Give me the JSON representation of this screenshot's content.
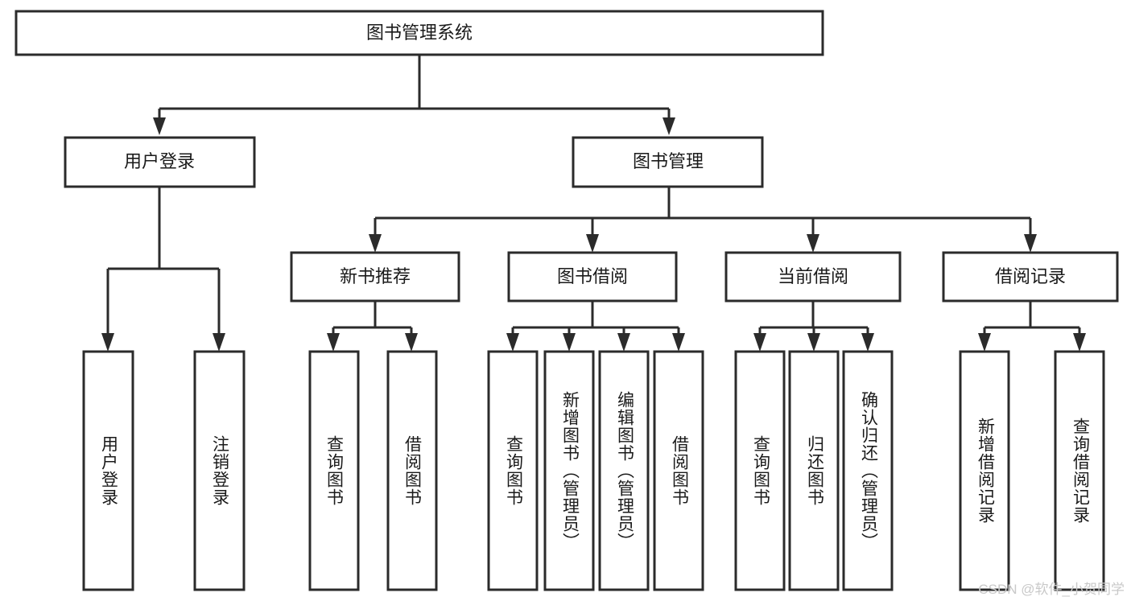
{
  "diagram": {
    "title_node": {
      "label": "图书管理系统"
    },
    "level2": [
      {
        "label": "用户登录"
      },
      {
        "label": "图书管理"
      }
    ],
    "level3": [
      {
        "label": "新书推荐"
      },
      {
        "label": "图书借阅"
      },
      {
        "label": "当前借阅"
      },
      {
        "label": "借阅记录"
      }
    ],
    "leaves": {
      "user_login": [
        {
          "label": "用户登录"
        },
        {
          "label": "注销登录"
        }
      ],
      "new_book_recommend": [
        {
          "label": "查询图书"
        },
        {
          "label": "借阅图书"
        }
      ],
      "book_borrow": [
        {
          "label": "查询图书"
        },
        {
          "label": "新增图书（管理员）"
        },
        {
          "label": "编辑图书（管理员）"
        },
        {
          "label": "借阅图书"
        }
      ],
      "current_borrow": [
        {
          "label": "查询图书"
        },
        {
          "label": "归还图书"
        },
        {
          "label": "确认归还（管理员）"
        }
      ],
      "borrow_record": [
        {
          "label": "新增借阅记录"
        },
        {
          "label": "查询借阅记录"
        }
      ]
    }
  },
  "watermark": {
    "text": "CSDN @软件_小贺同学"
  },
  "colors": {
    "stroke": "#2b2b2b",
    "fill": "#ffffff",
    "text": "#1a1a1a",
    "watermark": "#c9c9c9"
  }
}
